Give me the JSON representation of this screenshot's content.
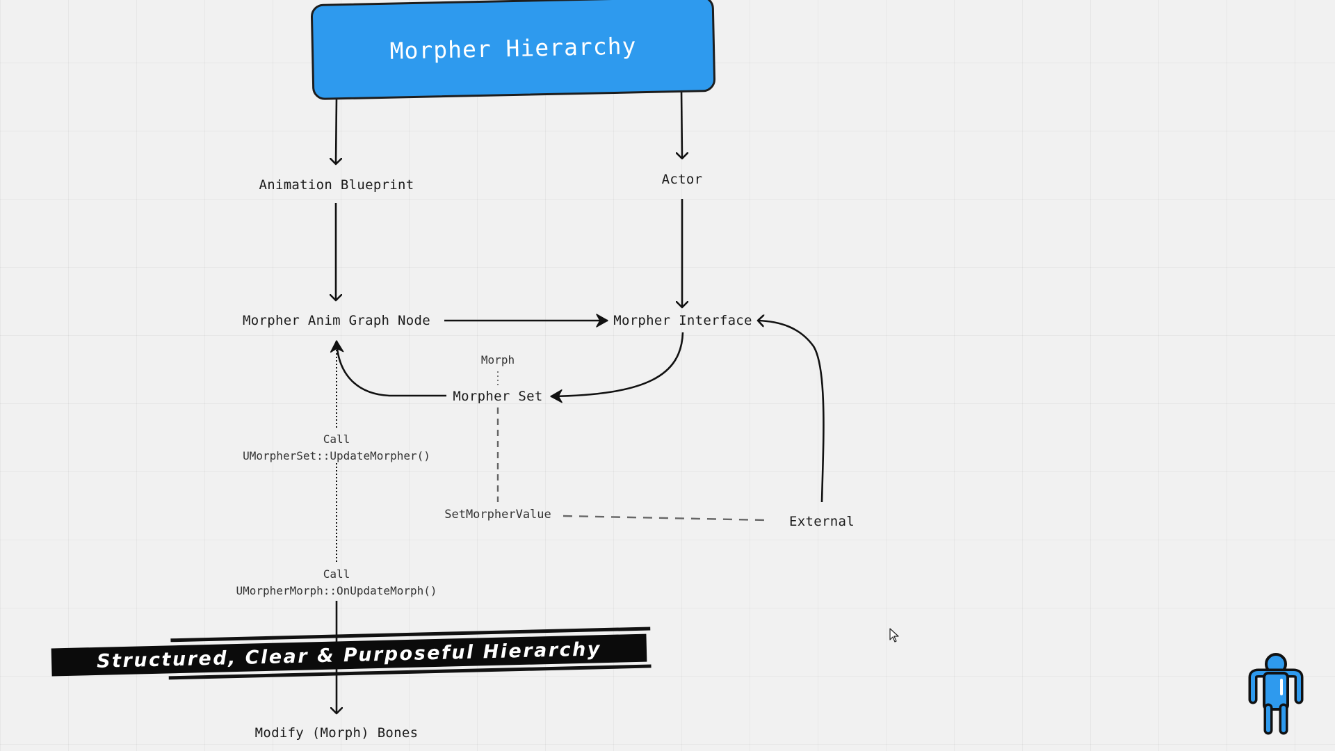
{
  "diagram": {
    "title": "Morpher Hierarchy",
    "nodes": {
      "animation_blueprint": "Animation Blueprint",
      "actor": "Actor",
      "anim_graph_node": "Morpher Anim Graph Node",
      "morpher_interface": "Morpher Interface",
      "morpher_set": "Morpher Set",
      "external": "External",
      "set_morpher_value": "SetMorpherValue",
      "modify_bones": "Modify (Morph) Bones"
    },
    "annotations": {
      "morph": "Morph",
      "call1_line1": "Call",
      "call1_line2": "UMorpherSet::UpdateMorpher()",
      "call2_line1": "Call",
      "call2_line2": "UMorpherMorph::OnUpdateMorph()"
    }
  },
  "banner": {
    "text": "Structured, Clear & Purposeful Hierarchy"
  },
  "icons": {
    "mascot": "person-mascot-icon",
    "cursor": "mouse-cursor-icon"
  },
  "colors": {
    "title_fill": "#2e9aee",
    "ink": "#1a1a1a",
    "banner": "#0b0b0b",
    "mascot_blue": "#2e9aee"
  }
}
